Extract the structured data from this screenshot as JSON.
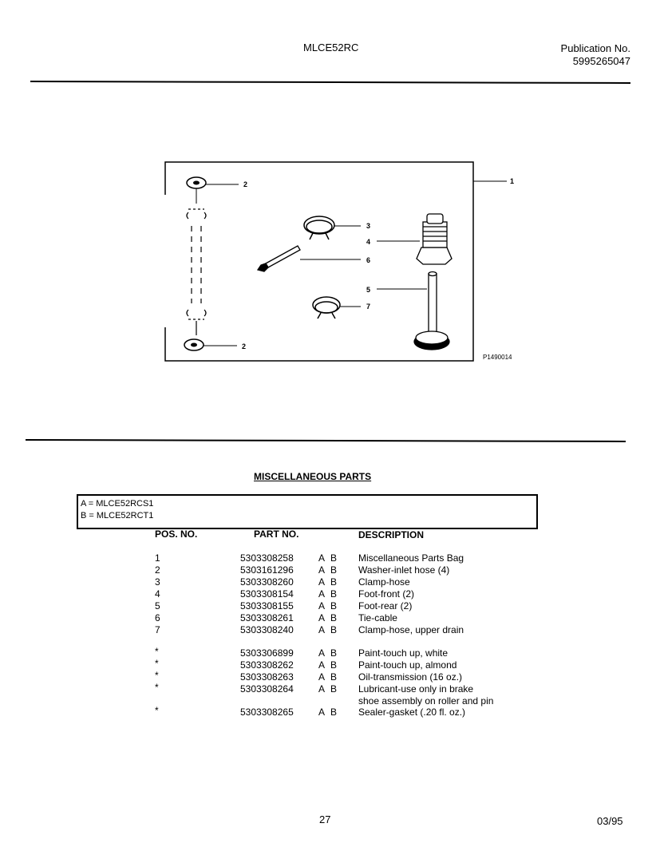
{
  "header": {
    "model": "MLCE52RC",
    "publication_label": "Publication No.",
    "publication_number": "5995265047"
  },
  "diagram": {
    "callouts": [
      "1",
      "2",
      "3",
      "4",
      "6",
      "5",
      "7",
      "2"
    ],
    "figure_id": "P1490014"
  },
  "section": {
    "title": "MISCELLANEOUS PARTS",
    "models": [
      "A = MLCE52RCS1",
      "B = MLCE52RCT1"
    ],
    "columns": {
      "pos": "POS. NO.",
      "part": "PART NO.",
      "desc": "DESCRIPTION"
    }
  },
  "parts": [
    {
      "pos": "1",
      "part": "5303308258",
      "a": "A",
      "b": "B",
      "desc": "Miscellaneous Parts Bag"
    },
    {
      "pos": "2",
      "part": "5303161296",
      "a": "A",
      "b": "B",
      "desc": "Washer-inlet hose (4)"
    },
    {
      "pos": "3",
      "part": "5303308260",
      "a": "A",
      "b": "B",
      "desc": "Clamp-hose"
    },
    {
      "pos": "4",
      "part": "5303308154",
      "a": "A",
      "b": "B",
      "desc": "Foot-front (2)"
    },
    {
      "pos": "5",
      "part": "5303308155",
      "a": "A",
      "b": "B",
      "desc": "Foot-rear (2)"
    },
    {
      "pos": "6",
      "part": "5303308261",
      "a": "A",
      "b": "B",
      "desc": "Tie-cable"
    },
    {
      "pos": "7",
      "part": "5303308240",
      "a": "A",
      "b": "B",
      "desc": "Clamp-hose, upper drain"
    },
    {
      "pos": "*",
      "part": "5303306899",
      "a": "A",
      "b": "B",
      "desc": "Paint-touch up, white"
    },
    {
      "pos": "*",
      "part": "5303308262",
      "a": "A",
      "b": "B",
      "desc": "Paint-touch up, almond"
    },
    {
      "pos": "*",
      "part": "5303308263",
      "a": "A",
      "b": "B",
      "desc": "Oil-transmission (16 oz.)"
    },
    {
      "pos": "*",
      "part": "5303308264",
      "a": "A",
      "b": "B",
      "desc": "Lubricant-use only in brake",
      "desc2": "shoe assembly on roller and pin"
    },
    {
      "pos": "*",
      "part": "5303308265",
      "a": "A",
      "b": "B",
      "desc": "Sealer-gasket (.20 fl. oz.)"
    }
  ],
  "footer": {
    "page": "27",
    "date": "03/95"
  }
}
